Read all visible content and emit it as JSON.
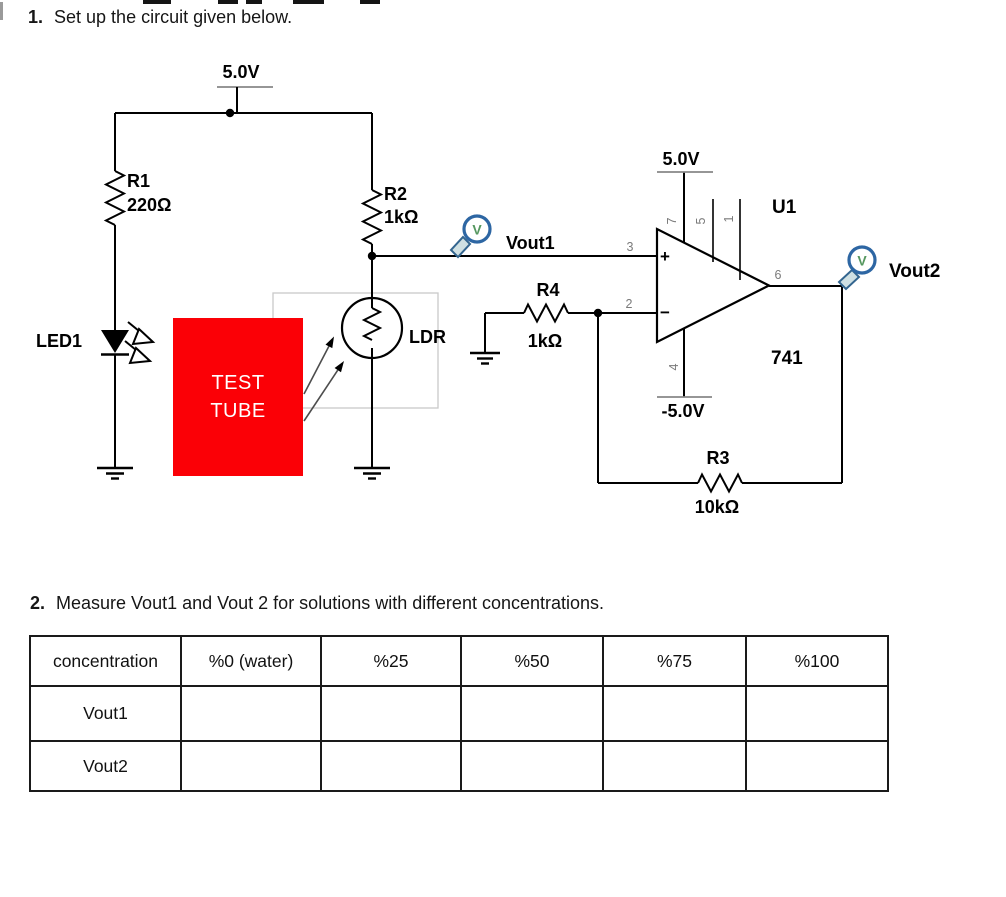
{
  "instructions": {
    "step1_num": "1.",
    "step1": "Set up the circuit given below.",
    "step2_num": "2.",
    "step2": "Measure Vout1 and Vout 2 for solutions with different concentrations."
  },
  "circuit": {
    "power": {
      "vcc_rail": "5.0V",
      "opamp_vcc": "5.0V",
      "opamp_vee": "-5.0V"
    },
    "r1_ref": "R1",
    "r1_val": "220Ω",
    "r2_ref": "R2",
    "r2_val": "1kΩ",
    "r3_ref": "R3",
    "r3_val": "10kΩ",
    "r4_ref": "R4",
    "r4_val": "1kΩ",
    "led_ref": "LED1",
    "ldr_ref": "LDR",
    "test_tube_line1": "TEST",
    "test_tube_line2": "TUBE",
    "opamp_ref": "U1",
    "opamp_part": "741",
    "opamp_plus": "+",
    "opamp_minus": "−",
    "probe1_label": "Vout1",
    "probe2_label": "Vout2",
    "probe_glyph": "V",
    "pins": {
      "p1": "1",
      "p2": "2",
      "p3": "3",
      "p4": "4",
      "p5": "5",
      "p6": "6",
      "p7": "7"
    }
  },
  "table": {
    "headers": [
      "concentration",
      "%0 (water)",
      "%25",
      "%50",
      "%75",
      "%100"
    ],
    "rows": [
      {
        "label": "Vout1",
        "values": [
          "",
          "",
          "",
          "",
          ""
        ]
      },
      {
        "label": "Vout2",
        "values": [
          "",
          "",
          "",
          "",
          ""
        ]
      }
    ]
  },
  "colors": {
    "test_tube_fill": "#fb0006",
    "probe_ring": "#2d66a3",
    "probe_letter": "#55975f",
    "probe_handle": "#cfe0e3",
    "wire": "#000000",
    "pin_text": "#7a7a7a",
    "supply_bar": "#878787",
    "selection_box": "#c9c9c9",
    "table_border": "#1a1a1a"
  }
}
